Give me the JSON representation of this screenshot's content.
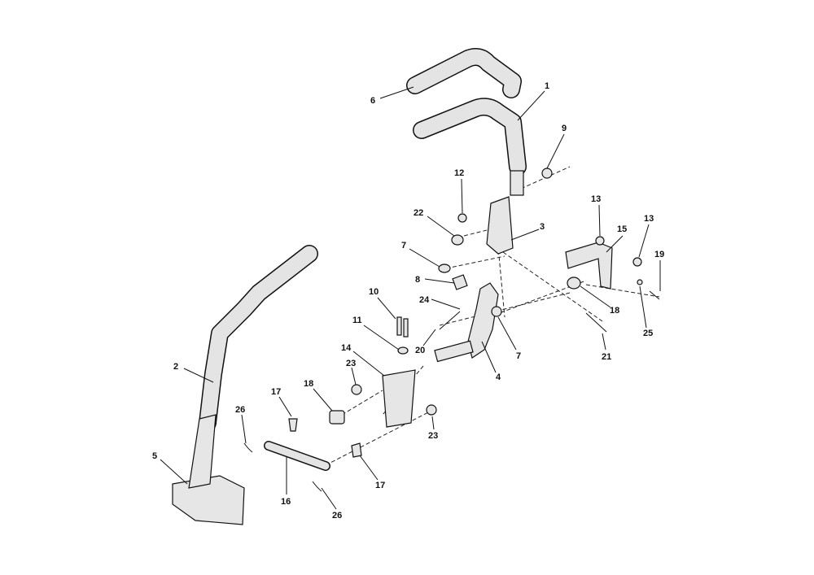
{
  "diagram": {
    "title": "Steering lever / handle assembly exploded view",
    "callouts": [
      "6",
      "1",
      "9",
      "12",
      "22",
      "3",
      "13",
      "13",
      "15",
      "19",
      "7",
      "8",
      "10",
      "24",
      "18",
      "11",
      "25",
      "20",
      "7",
      "21",
      "14",
      "2",
      "23",
      "4",
      "17",
      "18",
      "26",
      "23",
      "5",
      "17",
      "16",
      "26"
    ]
  },
  "colors": {
    "line": "#111111",
    "fill": "#e6e6e6"
  }
}
